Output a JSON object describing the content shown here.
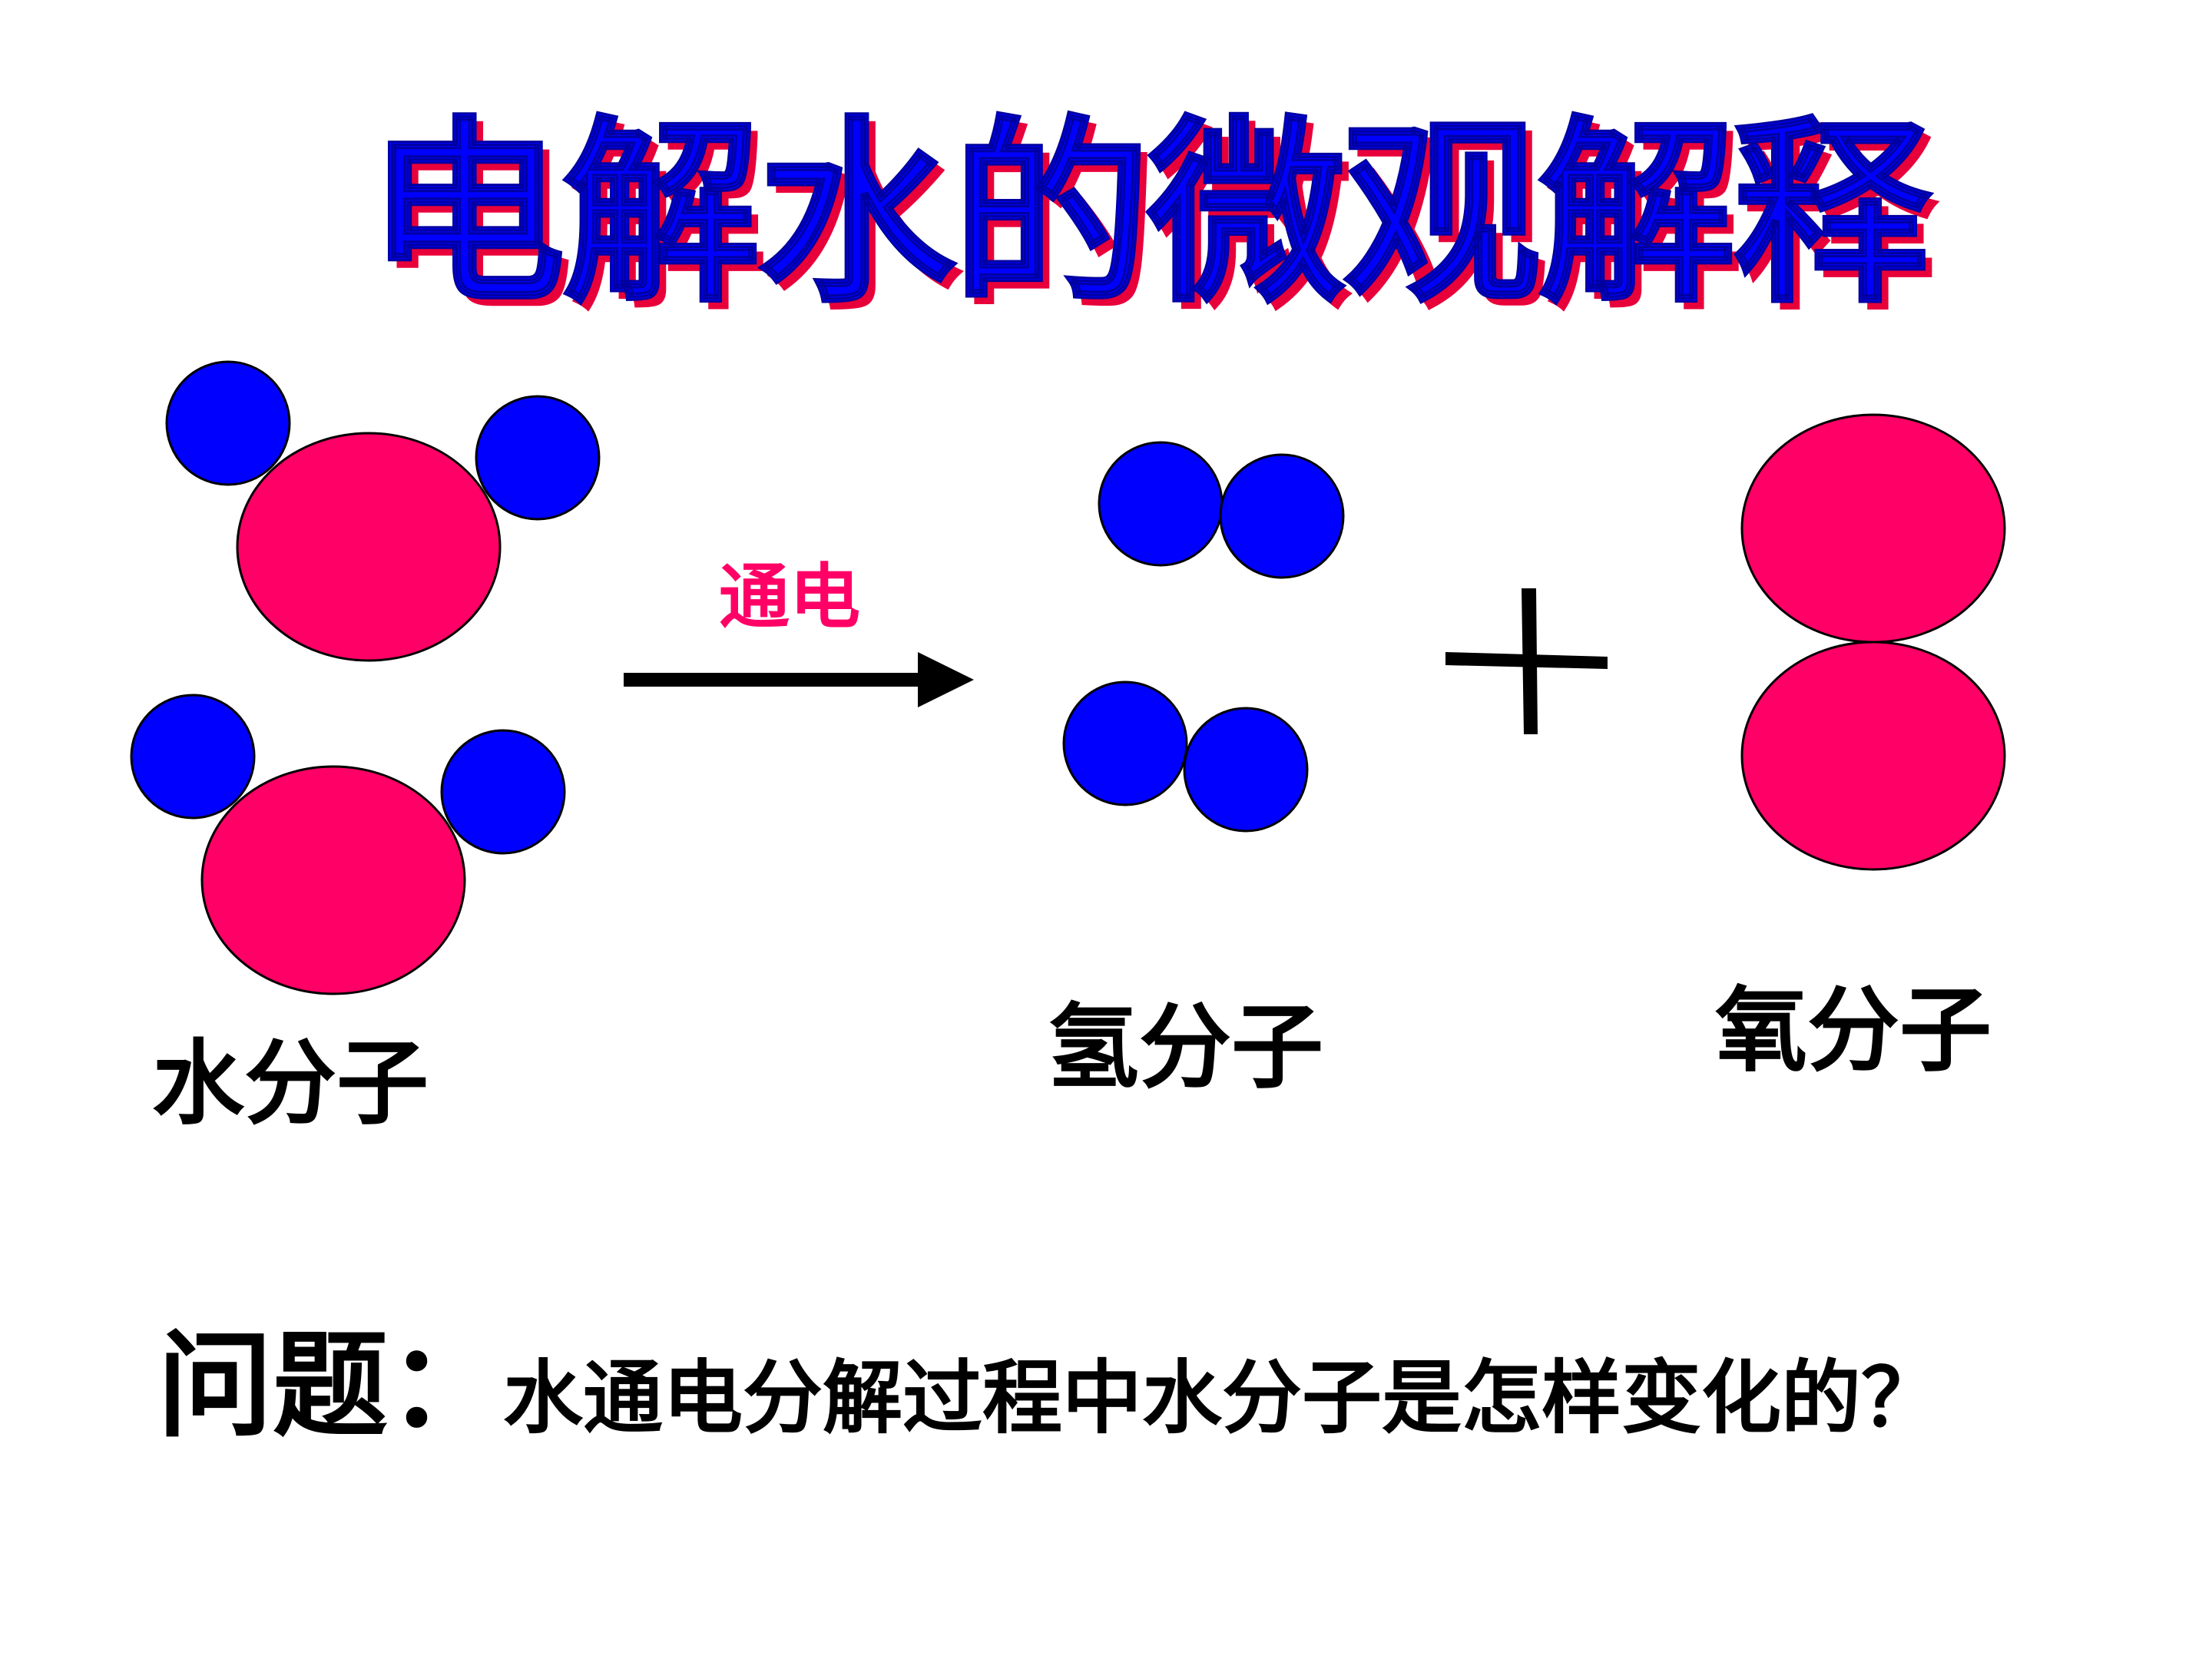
{
  "title": "电解水的微观解释",
  "reaction": {
    "condition": "通电",
    "arrow_icon": "right-arrow-icon",
    "plus_symbol": "+"
  },
  "labels": {
    "water_molecule": "水分子",
    "hydrogen_molecule": "氢分子",
    "oxygen_molecule": "氧分子"
  },
  "question": {
    "head": "问题：",
    "text": "水通电分解过程中水分子是怎样变化的？"
  },
  "colors": {
    "oxygen_atom": "#ff0066",
    "hydrogen_atom": "#0000ff",
    "title_fill": "#0000ff",
    "title_shadow": "#e8003a",
    "condition_text": "#ff0066"
  }
}
